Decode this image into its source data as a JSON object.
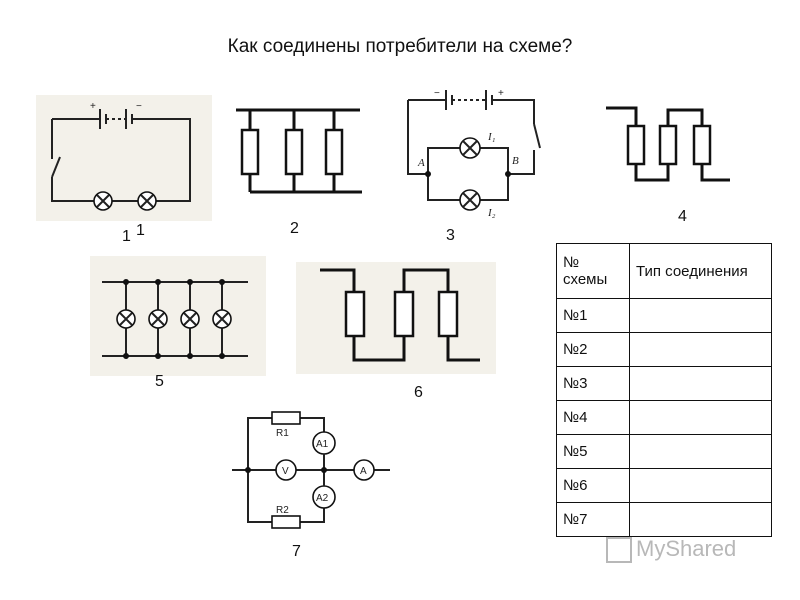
{
  "title": "Как соединены потребители на схеме?",
  "labels": {
    "d1": "1",
    "d1b": "1",
    "d2": "2",
    "d3": "3",
    "d4": "4",
    "d5": "5",
    "d6": "6",
    "d7": "7"
  },
  "diagram1": {
    "plus": "+",
    "minus": "−"
  },
  "diagram3": {
    "minus": "−",
    "plus": "+",
    "node_a": "A",
    "node_b": "B",
    "current1": "I₁",
    "current2": "I₂"
  },
  "diagram7": {
    "r1": "R1",
    "r2": "R2",
    "a1": "A1",
    "a2": "A2",
    "v": "V",
    "a": "A"
  },
  "table": {
    "header": {
      "col1": "№ схемы",
      "col2": "Тип соединения"
    },
    "rows": [
      {
        "num": "№1",
        "type": ""
      },
      {
        "num": "№2",
        "type": ""
      },
      {
        "num": "№3",
        "type": ""
      },
      {
        "num": "№4",
        "type": ""
      },
      {
        "num": "№5",
        "type": ""
      },
      {
        "num": "№6",
        "type": ""
      },
      {
        "num": "№7",
        "type": ""
      }
    ]
  },
  "watermark": "MyShared"
}
